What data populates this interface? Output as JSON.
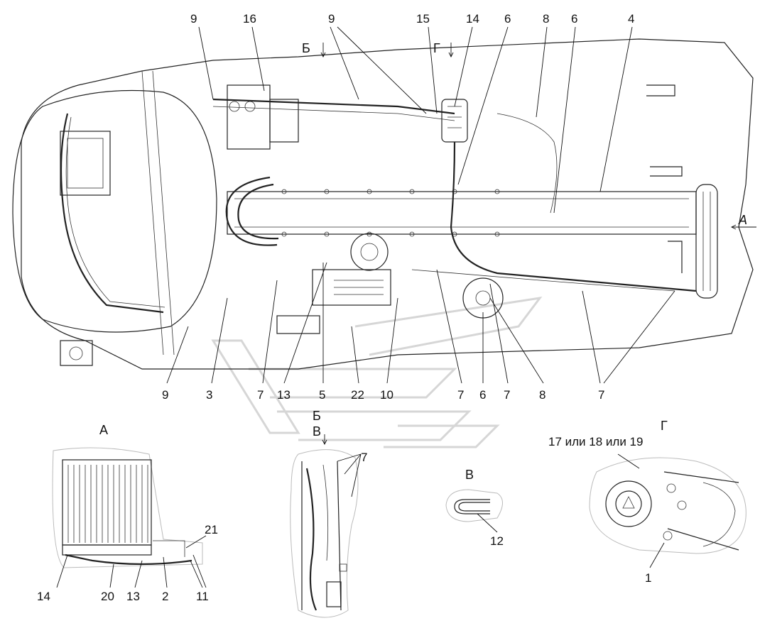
{
  "main_view": {
    "callouts_top": [
      "9",
      "16",
      "9",
      "15",
      "14",
      "6",
      "8",
      "6",
      "4"
    ],
    "callouts_bottom": [
      "9",
      "3",
      "7",
      "13",
      "5",
      "22",
      "10",
      "7",
      "6",
      "7",
      "8",
      "7"
    ],
    "section_markers": {
      "b": "Б",
      "g": "Г"
    },
    "view_marker_a": "А"
  },
  "detail_a": {
    "title": "А",
    "callouts": [
      "21",
      "14",
      "20",
      "13",
      "2",
      "11"
    ]
  },
  "detail_b": {
    "title_b": "Б",
    "title_v": "В",
    "callout": "7"
  },
  "detail_v": {
    "title": "В",
    "callout": "12"
  },
  "detail_g": {
    "title": "Г",
    "caption": "17 или 18 или 19",
    "callout": "1"
  }
}
